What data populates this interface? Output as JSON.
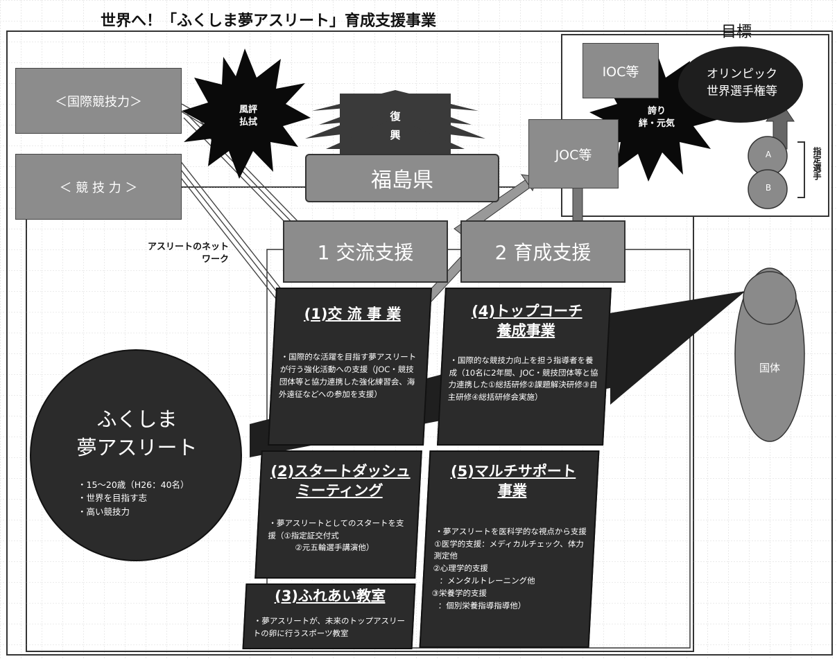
{
  "title": "世界へ！「ふくしま夢アスリート」育成支援事業",
  "goal_label": "目標",
  "left_boxes": {
    "international": "＜国際競技力＞",
    "competition": "＜ 競 技 力 ＞"
  },
  "network_label": "アスリートのネットワーク",
  "starbursts": {
    "rumor_line1": "風評",
    "rumor_line2": "払拭",
    "pride_line1": "誇り",
    "pride_line2": "絆・元気"
  },
  "recovery_line1": "復",
  "recovery_line2": "興",
  "prefecture": "福島県",
  "joc_upper": "IOC等",
  "joc_lower": "JOC等",
  "olympic_line1": "オリンピック",
  "olympic_line2": "世界選手権等",
  "designated_label": "指定選手",
  "circle_a": "A",
  "circle_b": "B",
  "national_athletic": "国体",
  "supports": {
    "exchange_header": "1 交流支援",
    "training_header": "2 育成支援"
  },
  "dream_athlete": {
    "name_line1": "ふくしま",
    "name_line2": "夢アスリート",
    "detail_1": "・15～20歳（H26：40名）",
    "detail_2": "・世界を目指す志",
    "detail_3": "・高い競技力"
  },
  "projects": {
    "p1_title": "(1)交 流 事 業",
    "p1_body": "・国際的な活躍を目指す夢アスリートが行う強化活動への支援（JOC・競技団体等と協力連携した強化練習会、海外遠征などへの参加を支援）",
    "p2_title_line1": "(2)スタートダッシュ",
    "p2_title_line2": "ミーティング",
    "p2_body_line1": "・夢アスリートとしてのスタートを支援（①指定証交付式",
    "p2_body_line2": "②元五輪選手講演他）",
    "p3_title": "(3)ふれあい教室",
    "p3_body": "・夢アスリートが、未来のトップアスリートの卵に行うスポーツ教室",
    "p4_title_line1": "(4)トップコーチ",
    "p4_title_line2": "養成事業",
    "p4_body": "・国際的な競技力向上を担う指導者を養成（10名に2年間、JOC・競技団体等と協力連携した①総括研修②課題解決研修③自主研修④総括研修会実施）",
    "p5_title_line1": "(5)マルチサポート",
    "p5_title_line2": "事業",
    "p5_body_line1": "・夢アスリートを医科学的な視点から支援",
    "p5_body_line2": "①医学的支援：メディカルチェック、体力測定他",
    "p5_body_line3": "②心理学的支援",
    "p5_body_line4": "：メンタルトレーニング他",
    "p5_body_line5": "③栄養学的支援",
    "p5_body_line6": "：個別栄養指導指導他）"
  }
}
